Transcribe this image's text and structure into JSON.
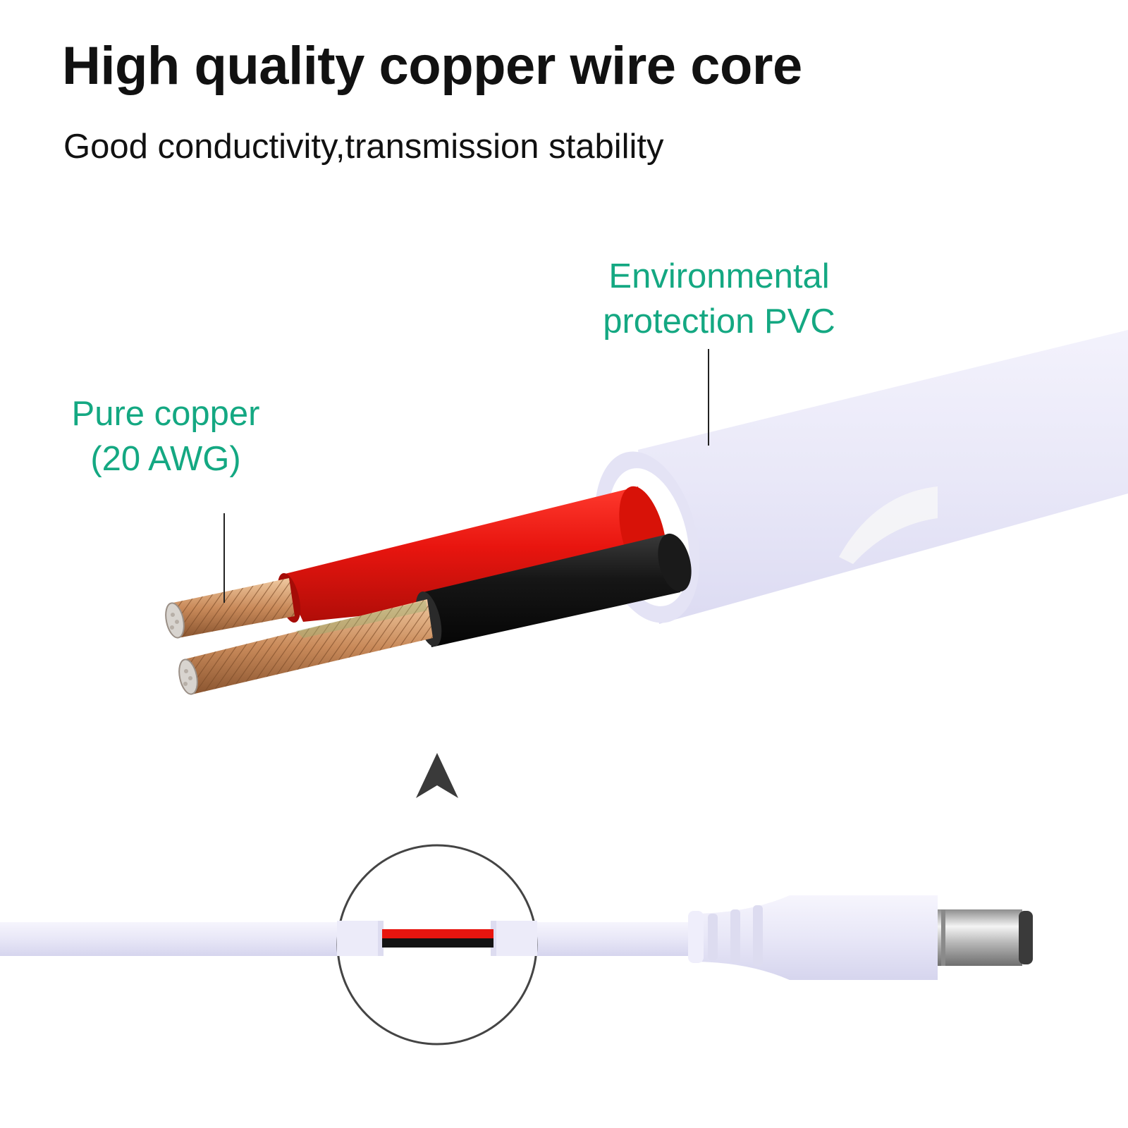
{
  "header": {
    "title": "High quality copper wire core",
    "subtitle": "Good conductivity,transmission stability"
  },
  "callouts": {
    "pvc": {
      "line1": "Environmental",
      "line2": "protection PVC"
    },
    "copper": {
      "line1": "Pure copper",
      "line2": "(20 AWG)"
    }
  },
  "colors": {
    "accent_text": "#14a882",
    "red_insulation": "#e8150f",
    "black_insulation": "#141414",
    "copper": "#c98a5a",
    "pvc_jacket": "#ecebf9"
  },
  "icons": {
    "arrow": "up-triangle-arrow",
    "magnifier": "magnifier-circle"
  }
}
